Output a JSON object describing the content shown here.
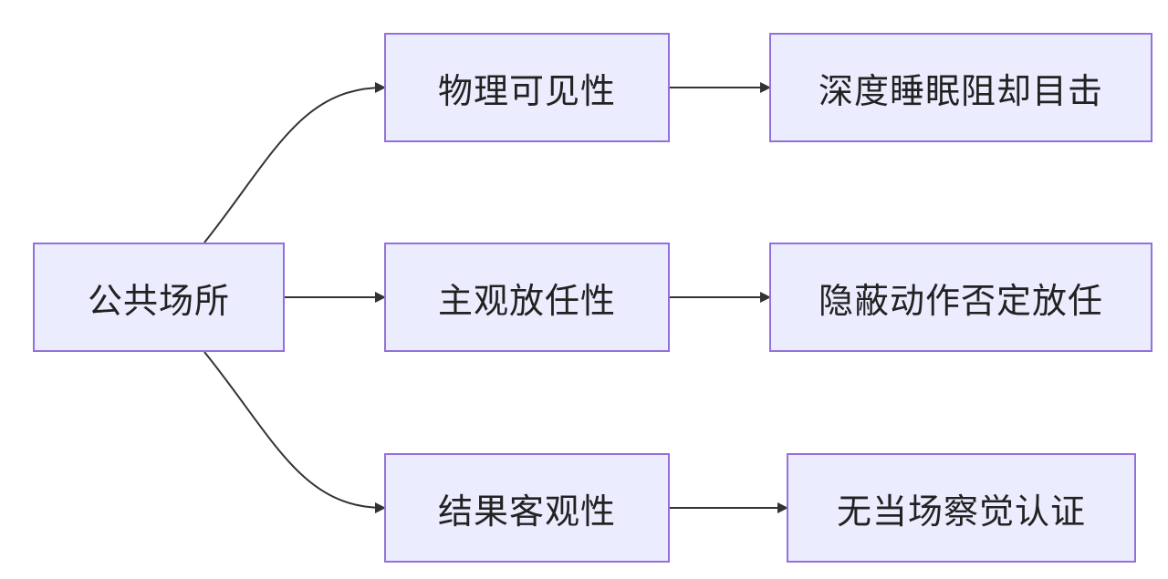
{
  "diagram": {
    "colors": {
      "node_fill": "#ECECFF",
      "node_border": "#9370DB",
      "edge": "#333333",
      "text": "#222222"
    },
    "root": {
      "label": "公共场所"
    },
    "branches": [
      {
        "label": "物理可见性",
        "result": "深度睡眠阻却目击"
      },
      {
        "label": "主观放任性",
        "result": "隐蔽动作否定放任"
      },
      {
        "label": "结果客观性",
        "result": "无当场察觉认证"
      }
    ]
  }
}
